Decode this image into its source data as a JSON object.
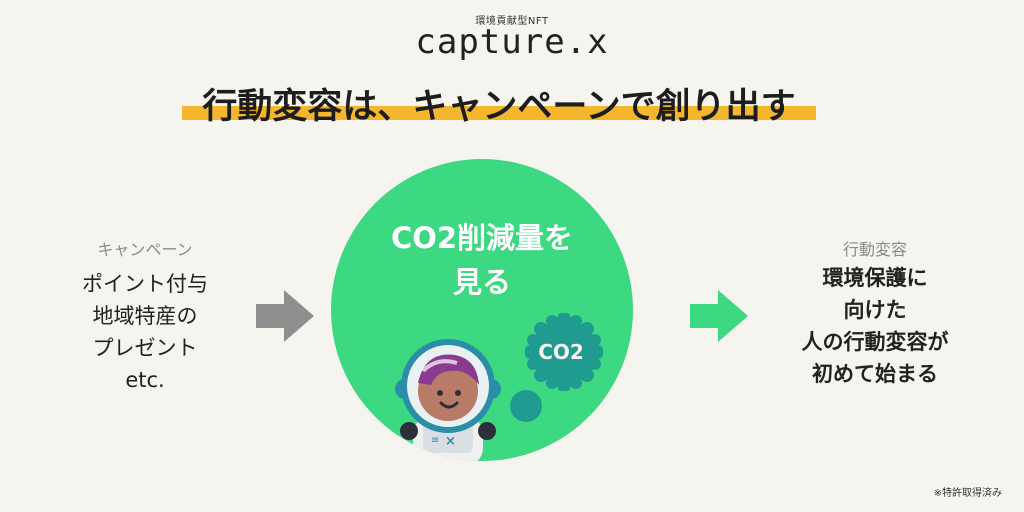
{
  "brand": {
    "subtitle": "環境貢献型NFT",
    "logo": "capture.x"
  },
  "headline": "行動変容は、キャンペーンで創り出す",
  "left": {
    "label": "キャンペーン",
    "text": "ポイント付与\n地域特産の\nプレゼント\netc."
  },
  "center": {
    "text": "CO2削減量を\n見る",
    "badge": "CO2"
  },
  "right": {
    "label": "行動変容",
    "text": "環境保護に\n向けた\n人の行動変容が\n初めて始まる"
  },
  "note": "※特許取得済み",
  "icons": [
    "gray-right-arrow-icon",
    "green-right-arrow-icon",
    "astronaut-illustration",
    "co2-badge-icon"
  ],
  "colors": {
    "accent_yellow": "#f3b62d",
    "circle_green": "#3dd882",
    "arrow_gray": "#8f8f8f",
    "arrow_green": "#3dd882",
    "badge_teal": "#1f9b8f"
  }
}
